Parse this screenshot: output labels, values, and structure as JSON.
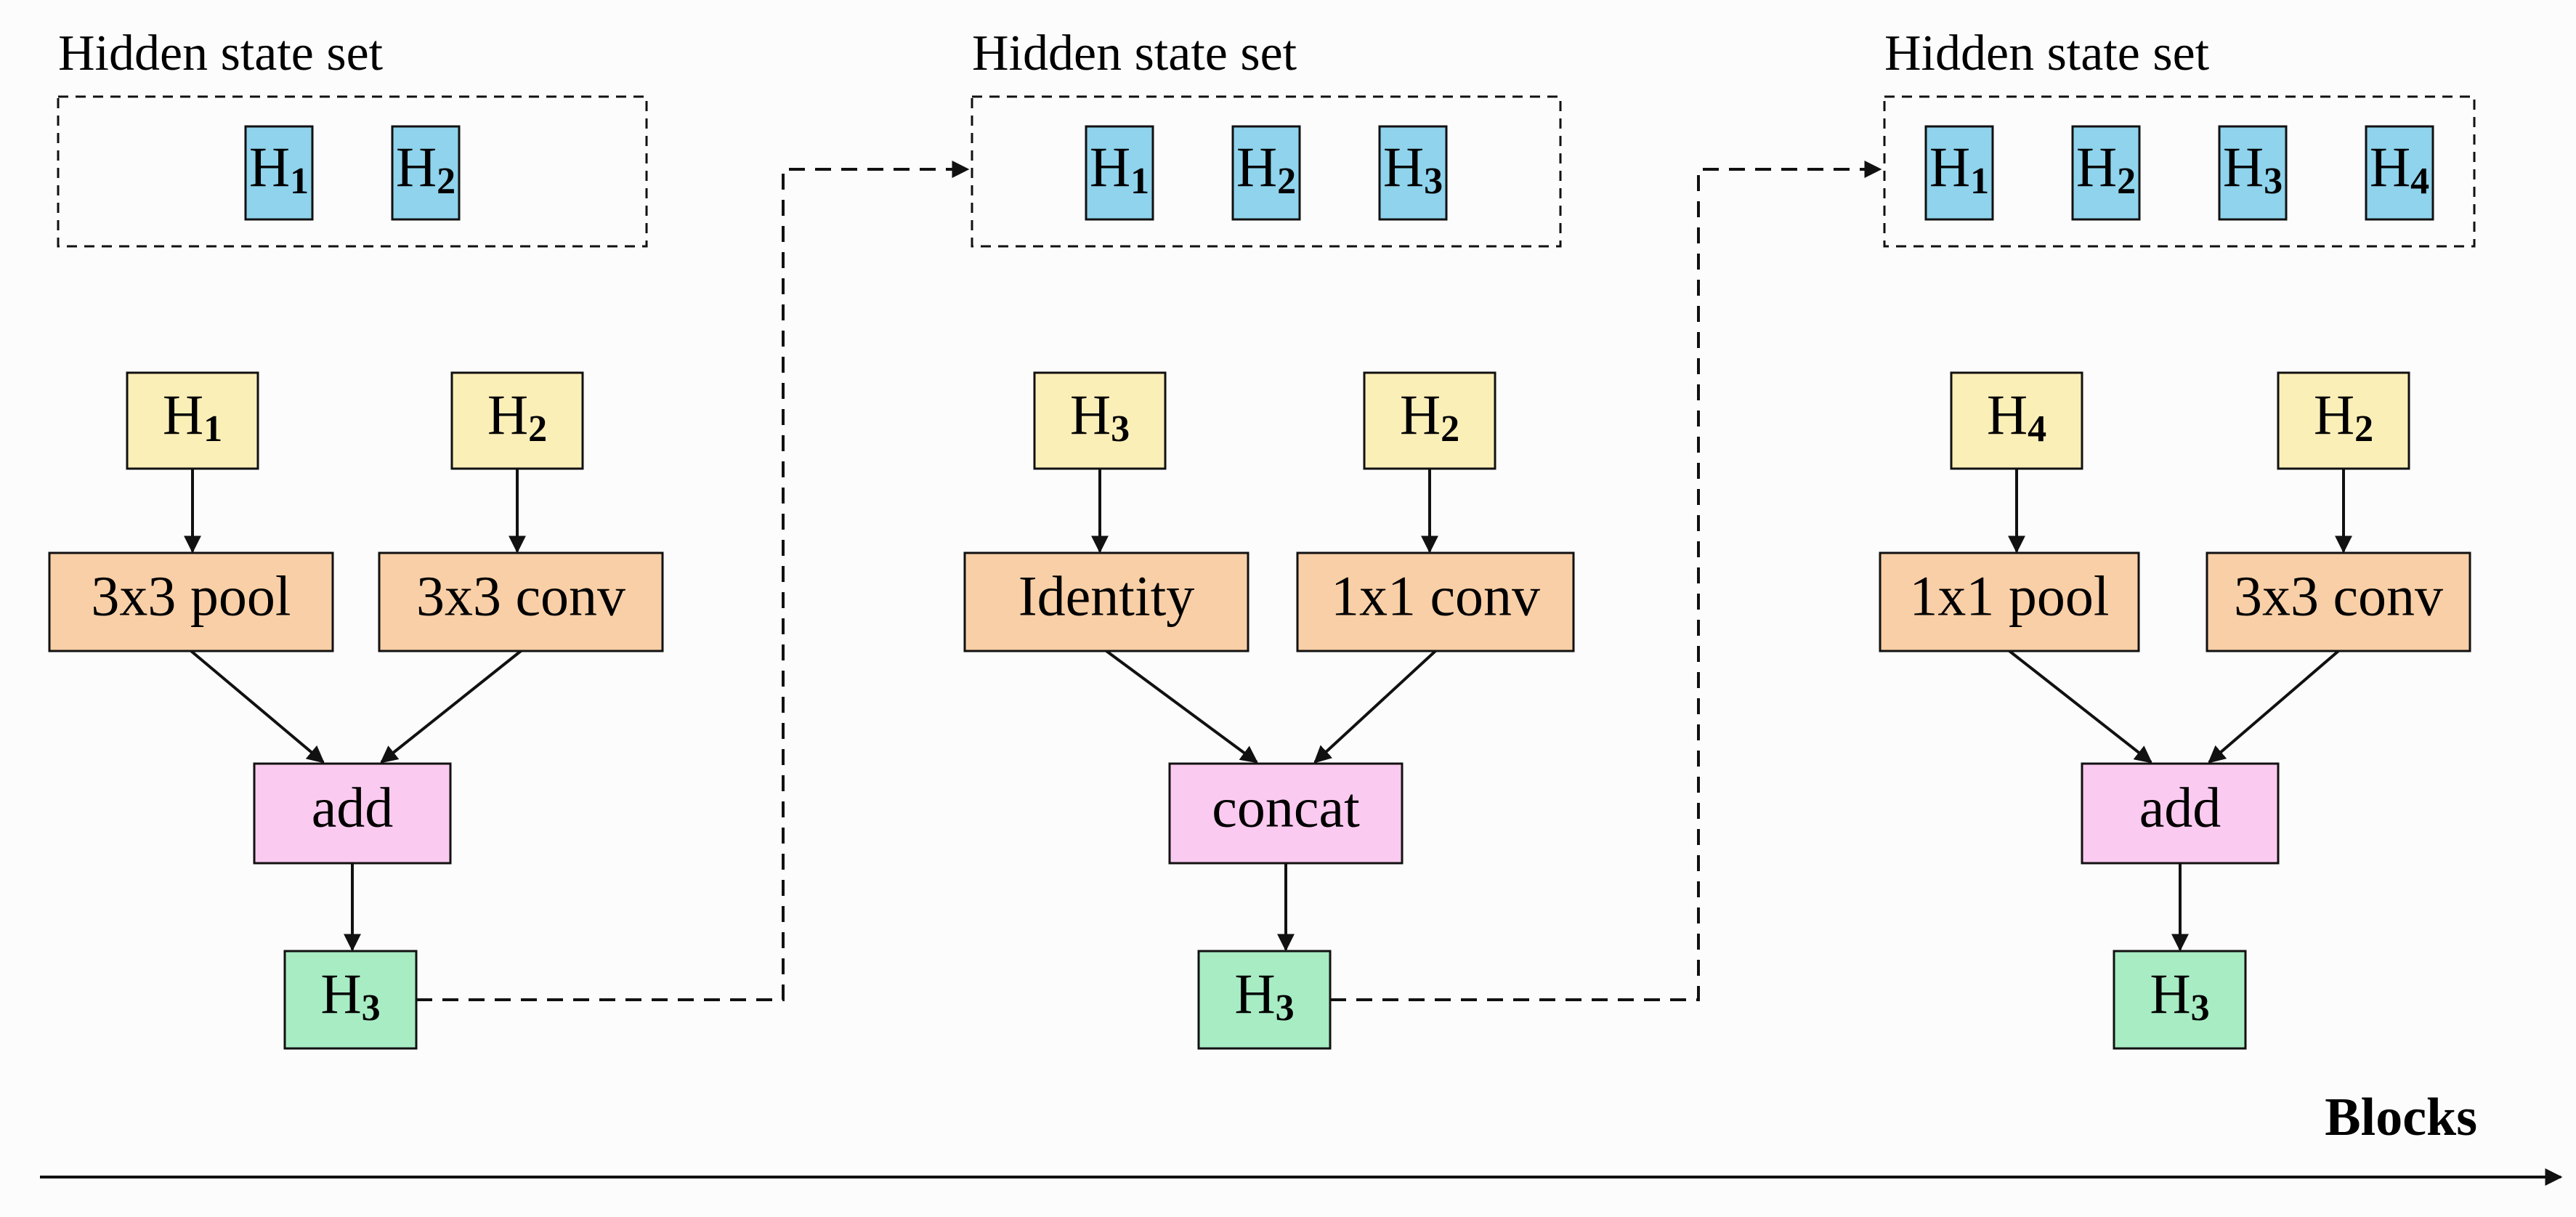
{
  "colors": {
    "state_box": "#8fd3ec",
    "input_box": "#fbefb8",
    "op_box": "#f9cfa7",
    "combine_box": "#fbcaf0",
    "output_box": "#a8ecc4",
    "line": "#111111",
    "background": "#fcfcfc"
  },
  "axis_label": "Blocks",
  "blocks": [
    {
      "set_title": "Hidden state set",
      "set_states": [
        {
          "base": "H",
          "sub": "1"
        },
        {
          "base": "H",
          "sub": "2"
        }
      ],
      "inputs": [
        {
          "base": "H",
          "sub": "1"
        },
        {
          "base": "H",
          "sub": "2"
        }
      ],
      "ops": [
        "3x3 pool",
        "3x3 conv"
      ],
      "combine": "add",
      "output": {
        "base": "H",
        "sub": "3"
      }
    },
    {
      "set_title": "Hidden state set",
      "set_states": [
        {
          "base": "H",
          "sub": "1"
        },
        {
          "base": "H",
          "sub": "2"
        },
        {
          "base": "H",
          "sub": "3"
        }
      ],
      "inputs": [
        {
          "base": "H",
          "sub": "3"
        },
        {
          "base": "H",
          "sub": "2"
        }
      ],
      "ops": [
        "Identity",
        "1x1 conv"
      ],
      "combine": "concat",
      "output": {
        "base": "H",
        "sub": "3"
      }
    },
    {
      "set_title": "Hidden state set",
      "set_states": [
        {
          "base": "H",
          "sub": "1"
        },
        {
          "base": "H",
          "sub": "2"
        },
        {
          "base": "H",
          "sub": "3"
        },
        {
          "base": "H",
          "sub": "4"
        }
      ],
      "inputs": [
        {
          "base": "H",
          "sub": "4"
        },
        {
          "base": "H",
          "sub": "2"
        }
      ],
      "ops": [
        "1x1 pool",
        "3x3 conv"
      ],
      "combine": "add",
      "output": {
        "base": "H",
        "sub": "3"
      }
    }
  ]
}
